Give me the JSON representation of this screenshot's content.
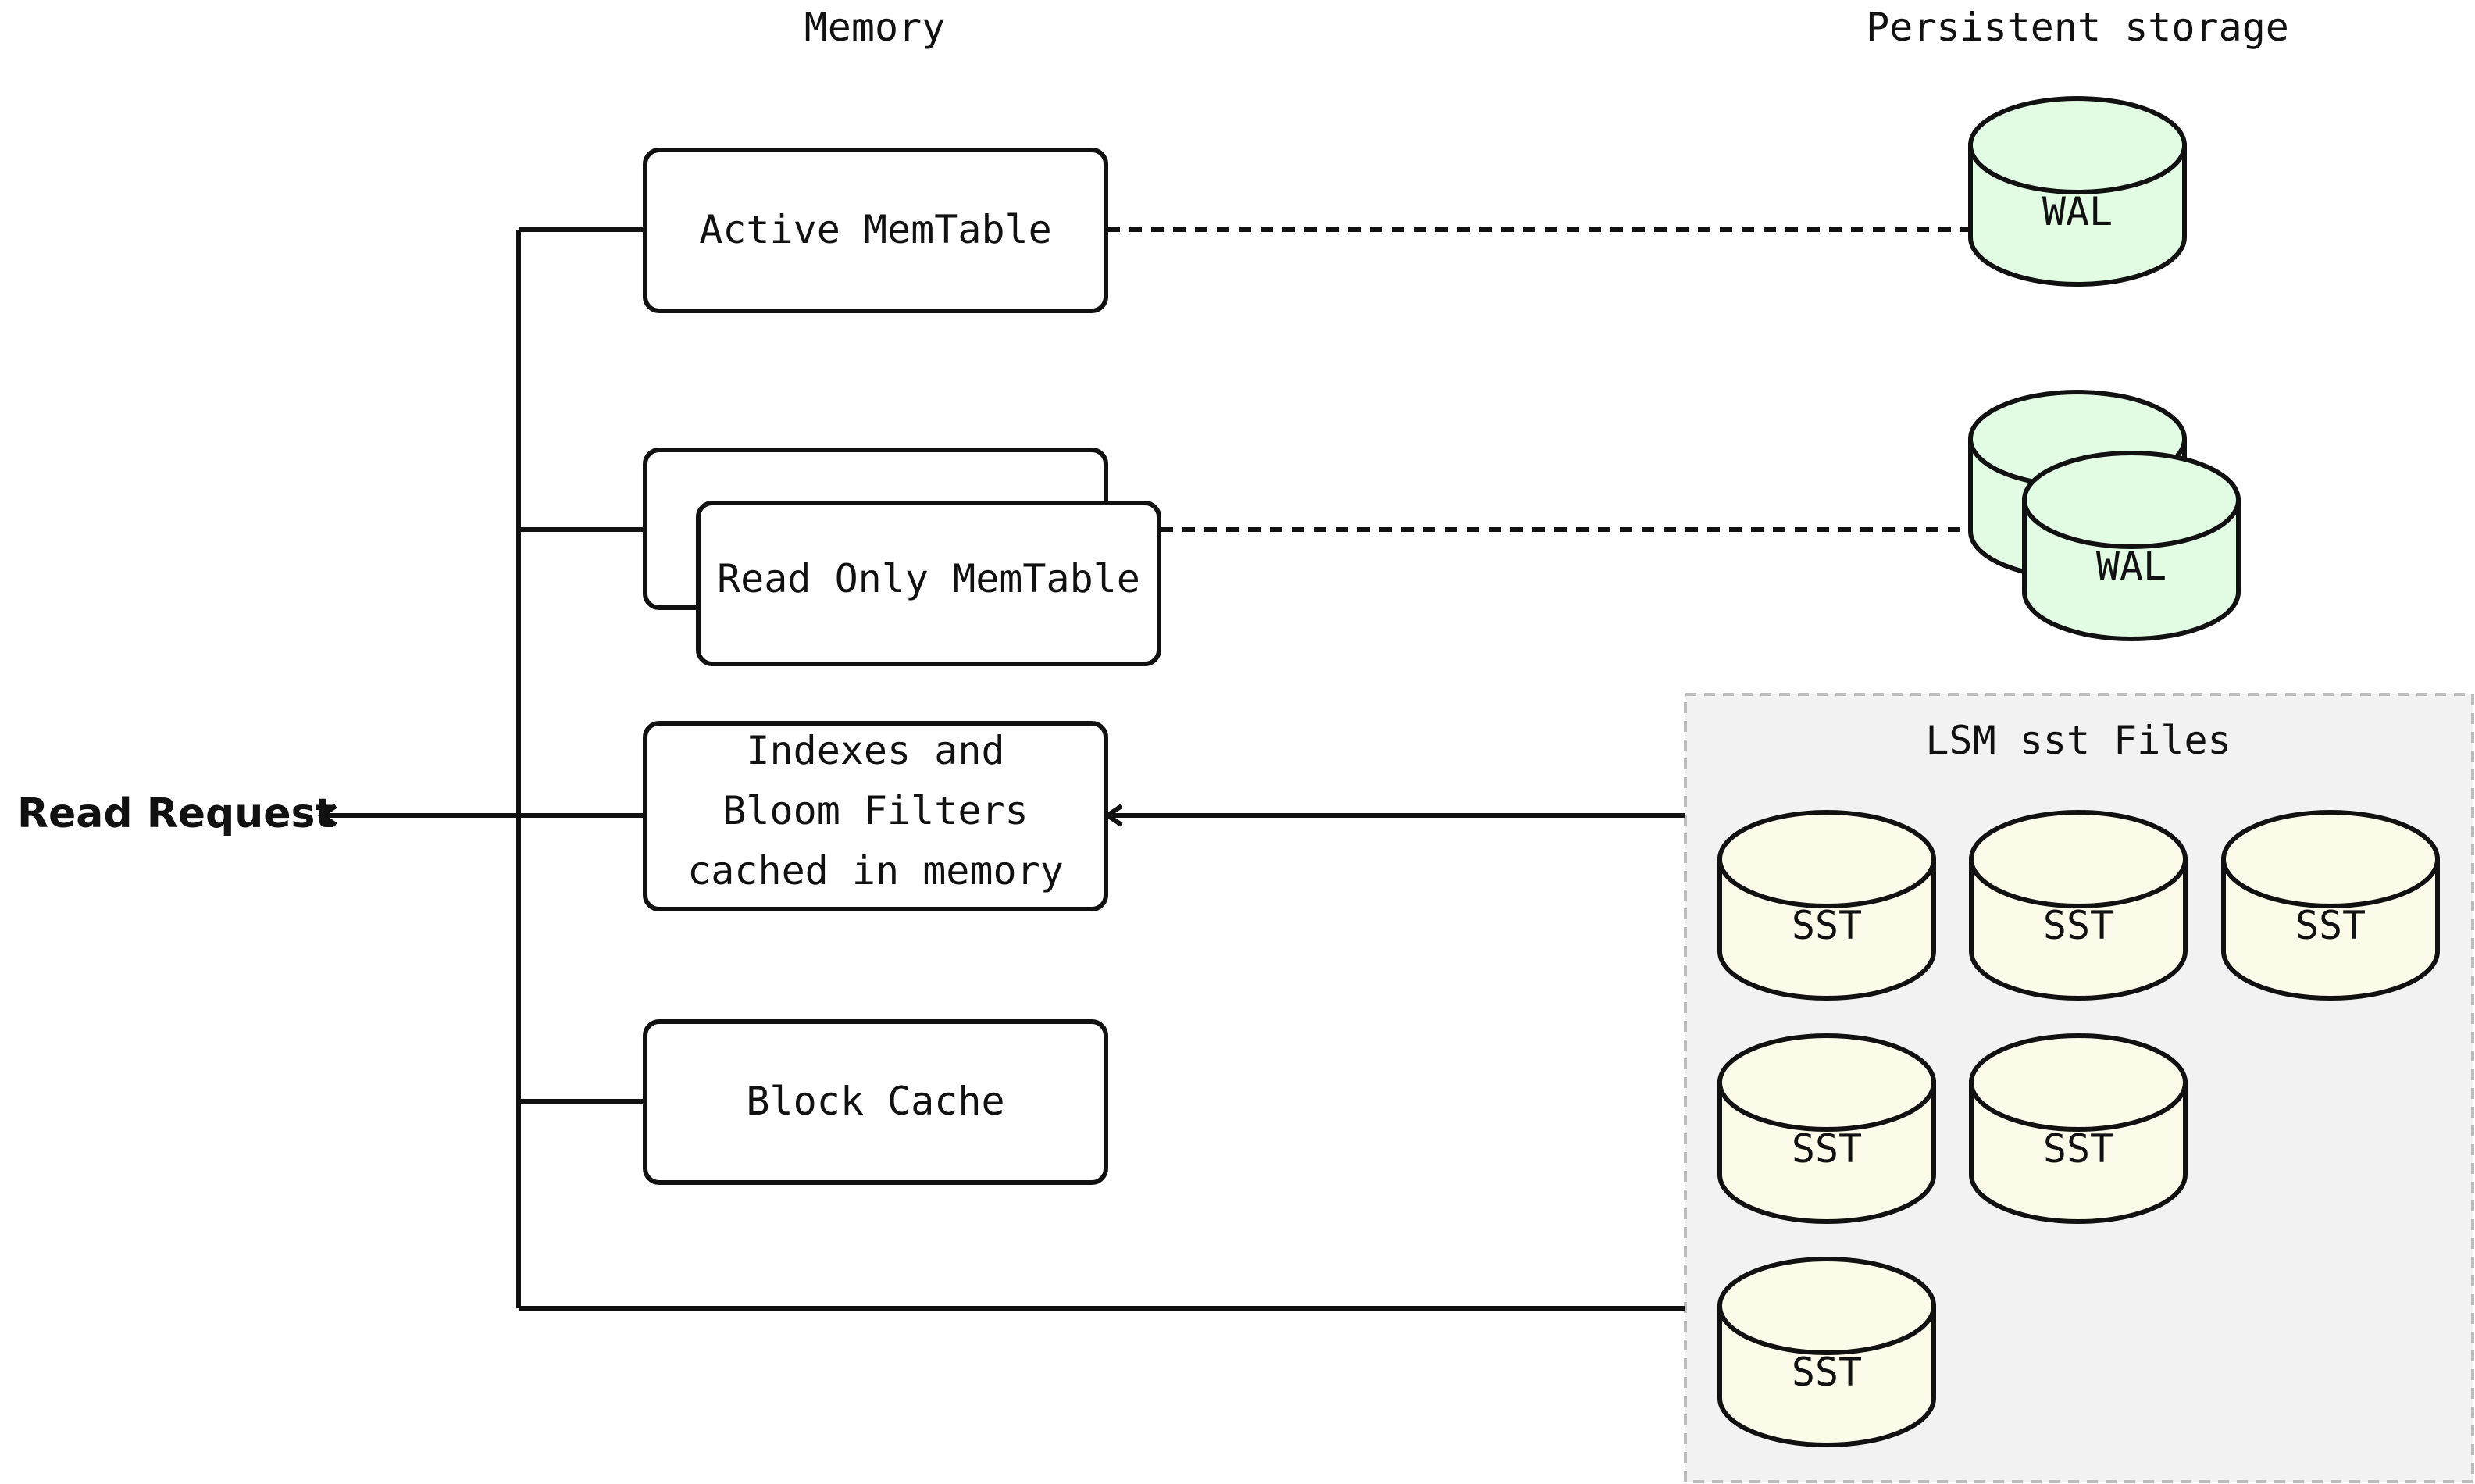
{
  "headers": {
    "memory": "Memory",
    "persistent_storage": "Persistent storage"
  },
  "memory": {
    "active_memtable": "Active MemTable",
    "read_only_memtable": "Read Only MemTable",
    "indexes_lines": [
      "Indexes and",
      "Bloom Filters",
      "cached in memory"
    ],
    "block_cache": "Block Cache"
  },
  "read_request": "Read Request",
  "storage": {
    "wal_active": "WAL",
    "wal_read_only": "WAL",
    "lsm_title": "LSM sst Files",
    "sst_files": [
      "SST",
      "SST",
      "SST",
      "SST",
      "SST",
      "SST"
    ]
  },
  "colors": {
    "wal_fill": "#e2fbe3",
    "sst_fill": "#fcfbea",
    "lsm_panel_fill": "#f2f2f2",
    "lsm_panel_border": "#bdbdbd"
  }
}
